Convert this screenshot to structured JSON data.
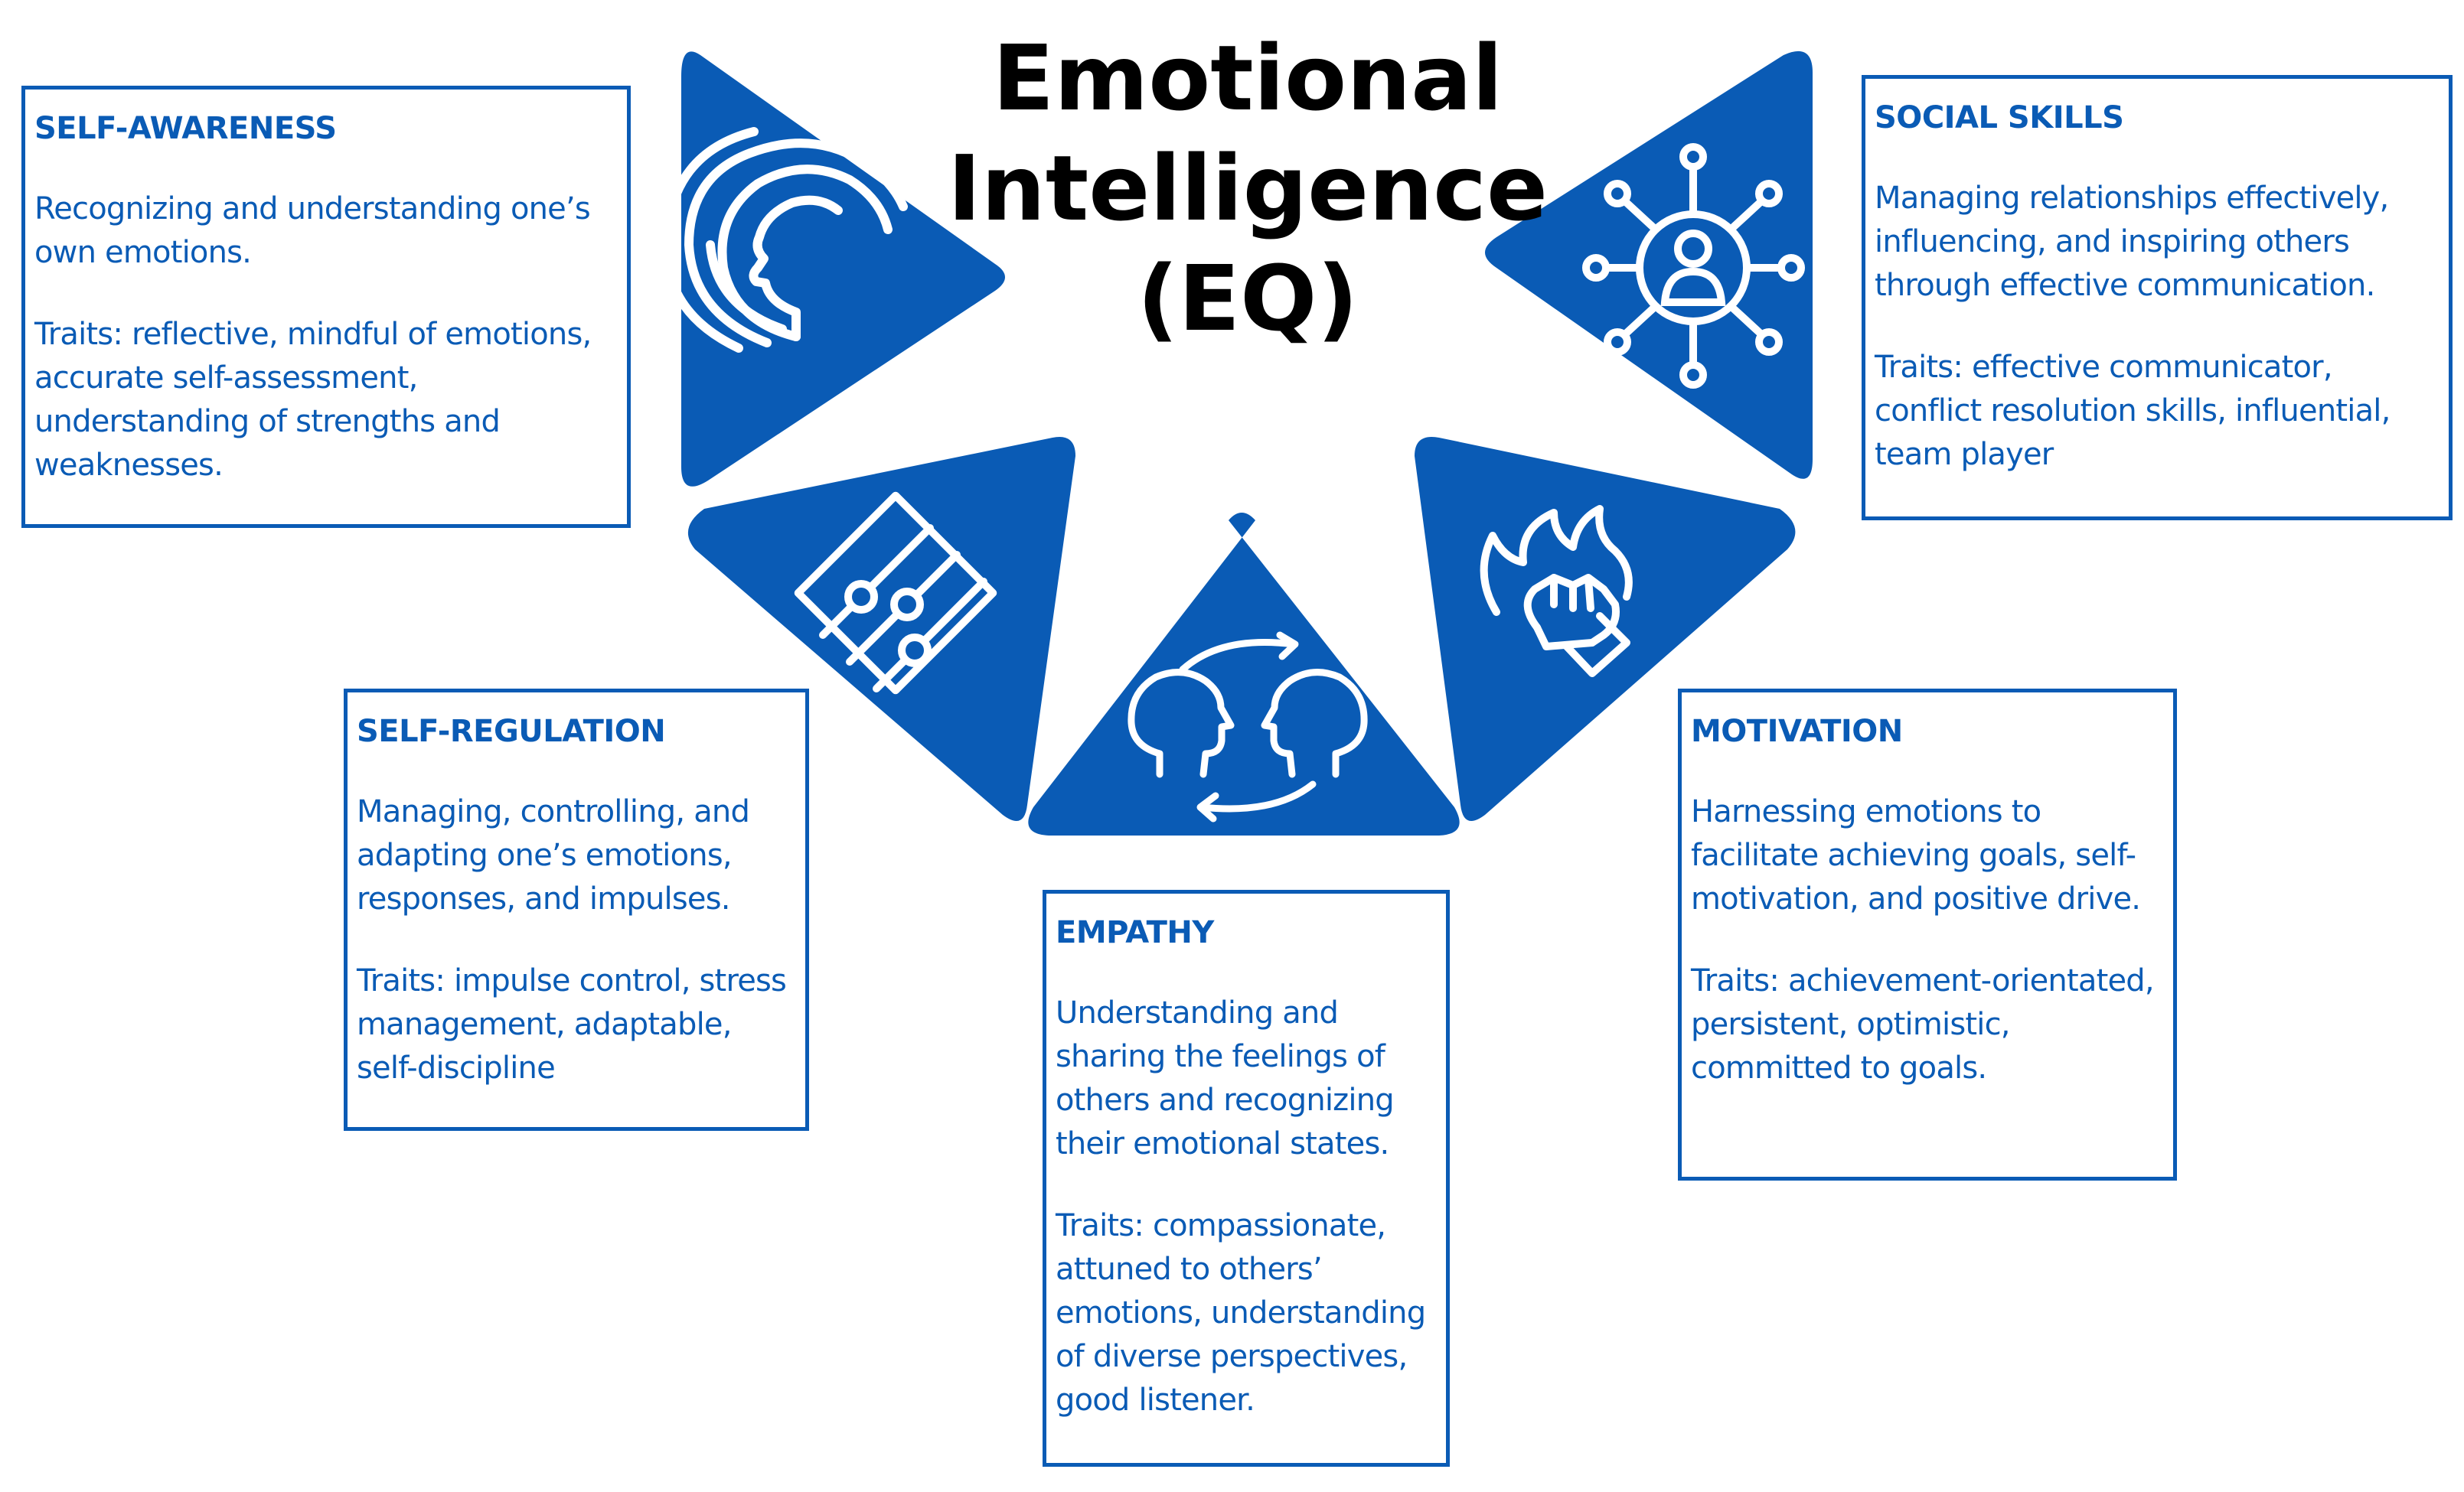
{
  "title": "Emotional\nIntelligence\n(EQ)",
  "colors": {
    "accent": "#0a5bb5",
    "icon_stroke": "#ffffff",
    "text": "#000000"
  },
  "sections": {
    "self_awareness": {
      "heading": "SELF-AWARENESS",
      "description": "Recognizing and understanding one’s own emotions.",
      "traits": "Traits: reflective, mindful of emotions, accurate self-assessment, understanding of strengths and weaknesses.",
      "icon": "head-waves-icon"
    },
    "social_skills": {
      "heading": "SOCIAL SKILLS",
      "description": "Managing relationships effectively, influencing, and inspiring others through effective communication.",
      "traits": "Traits: effective communicator, conflict resolution skills, influential, team player",
      "icon": "network-person-icon"
    },
    "self_regulation": {
      "heading": "SELF-REGULATION",
      "description": "Managing, controlling, and adapting one’s emotions, responses, and impulses.",
      "traits": "Traits: impulse control, stress management, adaptable, self-discipline",
      "icon": "sliders-icon"
    },
    "motivation": {
      "heading": "MOTIVATION",
      "description": "Harnessing emotions to facilitate achieving goals, self-motivation, and positive drive.",
      "traits": "Traits: achievement-orientated, persistent, optimistic, committed to goals.",
      "icon": "flame-fist-icon"
    },
    "empathy": {
      "heading": "EMPATHY",
      "description": "Understanding and sharing the feelings of others and recognizing their emotional states.",
      "traits": "Traits: compassionate, attuned to others’ emotions, understanding of diverse perspectives, good listener.",
      "icon": "two-heads-exchange-icon"
    }
  }
}
